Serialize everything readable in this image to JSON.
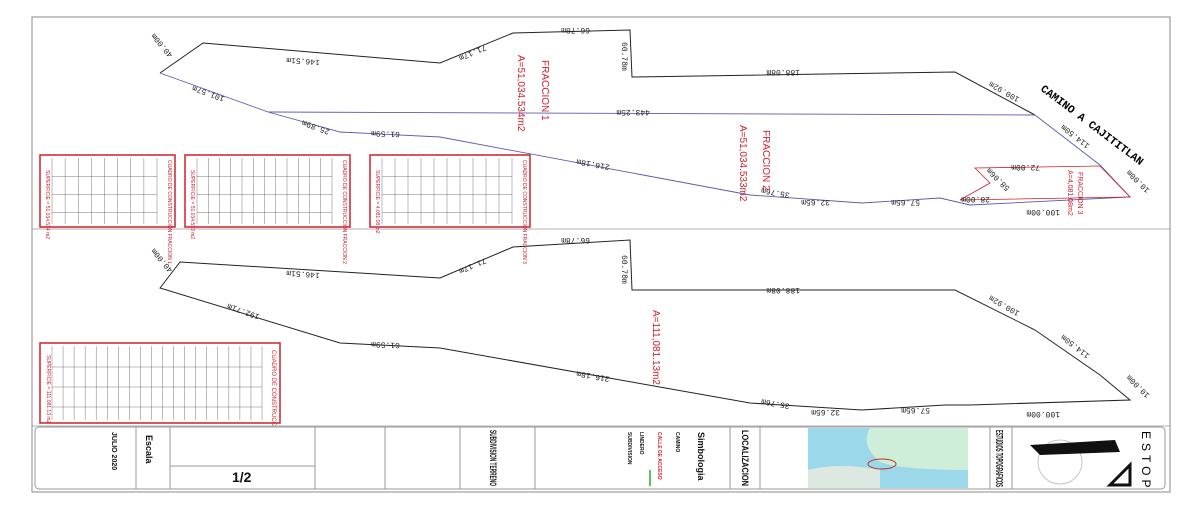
{
  "road_label": "CAMINO A CAJITITLAN",
  "fractions": [
    {
      "name": "FRACCION 1",
      "area": "A=51,034.534m2"
    },
    {
      "name": "FRACCION 2",
      "area": "A=51,034.533m2"
    },
    {
      "name": "FRACCION 3",
      "area": "A=4,081.08m2"
    }
  ],
  "total_area": "A=111,081.13m2",
  "dimensions": {
    "d146": "146.51m",
    "d71": "71.17m",
    "d66": "66.78m",
    "d60": "60.78m",
    "d188": "188.08m",
    "d100a": "100.92m",
    "d114": "114.50m",
    "d10": "10.00m",
    "d100": "100.00m",
    "d57": "57.65m",
    "d32": "32.65m",
    "d35": "35.76m",
    "d216": "216.18m",
    "d61": "61.59m",
    "d25": "25.89m",
    "d101": "101.57m",
    "d443": "443.25m",
    "d72": "72.00m",
    "d28": "28.00m",
    "d58": "58.06m",
    "d192": "192.71m",
    "d40": "40.00m"
  },
  "tables": [
    {
      "title": "CUADRO DE CONSTRUCCION FRACCION 1",
      "footer": "SUPERFICIE = 51,034.534 m2"
    },
    {
      "title": "CUADRO DE CONSTRUCCION FRACCION 2",
      "footer": "SUPERFICIE = 51,034.533 m2"
    },
    {
      "title": "CUADRO DE CONSTRUCCION FRACCION 3",
      "footer": "SUPERFICIE = 4,081.08 m2"
    },
    {
      "title": "CUADRO DE CONSTRUCCION",
      "footer": "SUPERFICIE = 111,081.13 m2"
    }
  ],
  "title_block": {
    "logo": "ESTOP",
    "company": "ESTUDIOS TOPOGRAFICOS",
    "location": "LOCALIZACION",
    "symbology": "Simbologia",
    "sym_items": [
      "CAMINO",
      "CALLE DE ACCESO",
      "LINDERO",
      "SUBDIVISION"
    ],
    "project": "SUBDIVISION TERRENO",
    "sheet": "1/2",
    "scale": "Escala",
    "date": "JULIO 2020"
  },
  "colors": {
    "accent": "#d0202a",
    "blue_line": "#5a5ab0",
    "line": "#222222"
  }
}
